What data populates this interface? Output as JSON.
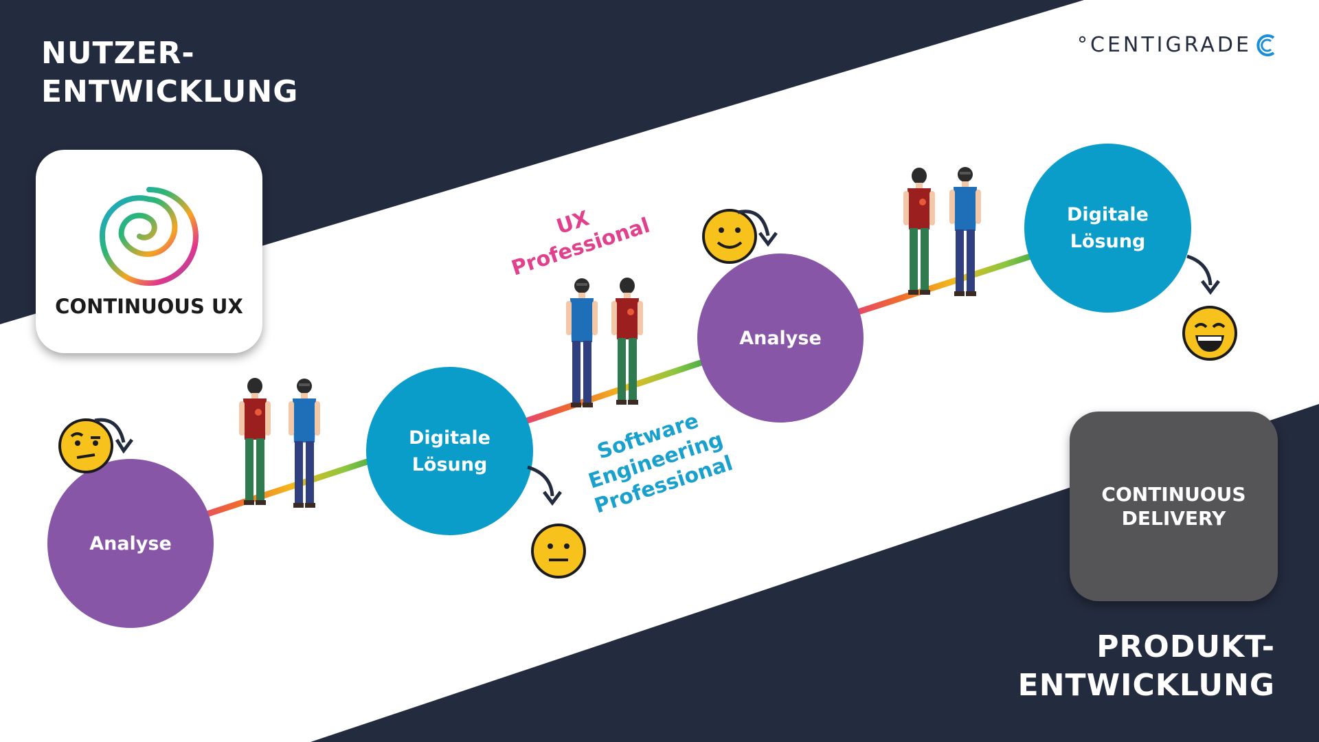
{
  "header": {
    "title_top": [
      "NUTZER-",
      "ENTWICKLUNG"
    ],
    "title_bottom": [
      "PRODUKT-",
      "ENTWICKLUNG"
    ],
    "brand": "°CENTIGRADE"
  },
  "cards": {
    "continuous_ux": "CONTINUOUS UX",
    "continuous_delivery": [
      "CONTINUOUS",
      "DELIVERY"
    ]
  },
  "nodes": {
    "analyse_1": "Analyse",
    "loesung_1": [
      "Digitale",
      "Lösung"
    ],
    "analyse_2": "Analyse",
    "loesung_2": [
      "Digitale",
      "Lösung"
    ]
  },
  "roles": {
    "ux": [
      "UX",
      "Professional"
    ],
    "se": [
      "Software",
      "Engineering",
      "Professional"
    ]
  },
  "emojis": [
    "raised-eyebrow-face-icon",
    "neutral-face-icon",
    "slight-smile-face-icon",
    "grinning-face-icon"
  ],
  "colors": {
    "navy": "#232b3e",
    "purple": "#8856a6",
    "blue": "#0a9dc9",
    "pink": "#e0408c",
    "grey_card": "#555557",
    "emoji_yellow": "#f7c21c"
  }
}
